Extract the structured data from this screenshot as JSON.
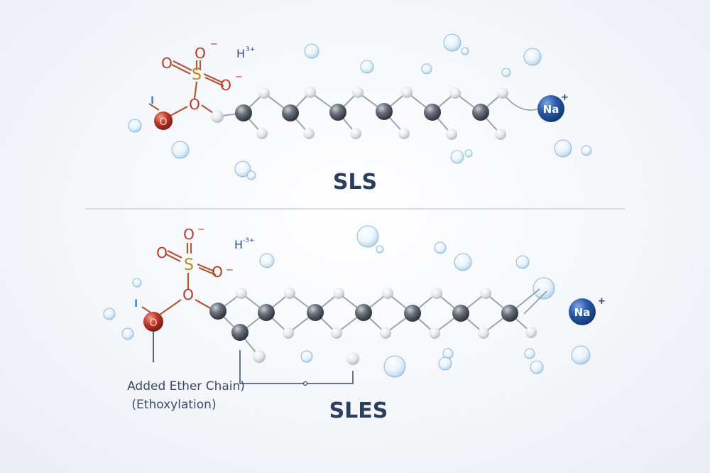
{
  "colors": {
    "oxygen": "#c0392b",
    "sulfur": "#b08a2a",
    "carbon": "#5e6470",
    "hydrogen": "#e6e9ee",
    "sodium": "#1f4f97",
    "bond": "#9aa3ad",
    "title": "#2c3e5e",
    "hydrogen_label": "#2a4f9a",
    "bubble": "#b9d8ee"
  },
  "sls": {
    "title": "SLS",
    "sodium_label": "Na",
    "sodium_charge": "+",
    "oxygen_charge": "−",
    "sulfur_label": "S",
    "oxygen_label": "O",
    "hydrogen_label": "H",
    "hydrogen_charge": "3+",
    "ring_oxygen_label": "O",
    "marker": "I"
  },
  "sles": {
    "title": "SLES",
    "sodium_label": "Na",
    "sodium_charge": "+",
    "oxygen_charge": "−",
    "sulfur_label": "S",
    "oxygen_label": "O",
    "hydrogen_label": "H",
    "hydrogen_charge": "-3+",
    "ring_oxygen_label": "O",
    "marker": "I",
    "annotation_line1": "Added Ether Chain)",
    "annotation_line2": "(Ethoxylation)"
  }
}
